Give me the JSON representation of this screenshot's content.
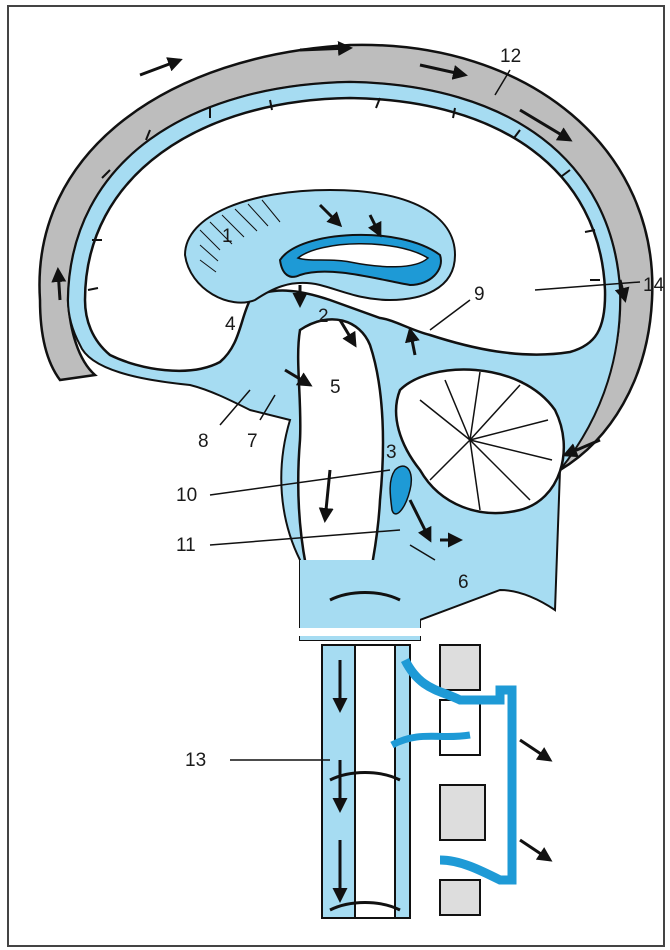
{
  "colors": {
    "csf": "#a6dcf2",
    "vessel": "#1e9ad6",
    "dura": "#bdbdbd",
    "outline": "#111111",
    "background": "#ffffff"
  },
  "labels": {
    "l1": "1",
    "l2": "2",
    "l3": "3",
    "l4": "4",
    "l5": "5",
    "l6": "6",
    "l7": "7",
    "l8": "8",
    "l9": "9",
    "l10": "10",
    "l11": "11",
    "l12": "12",
    "l13": "13",
    "l14": "14"
  }
}
